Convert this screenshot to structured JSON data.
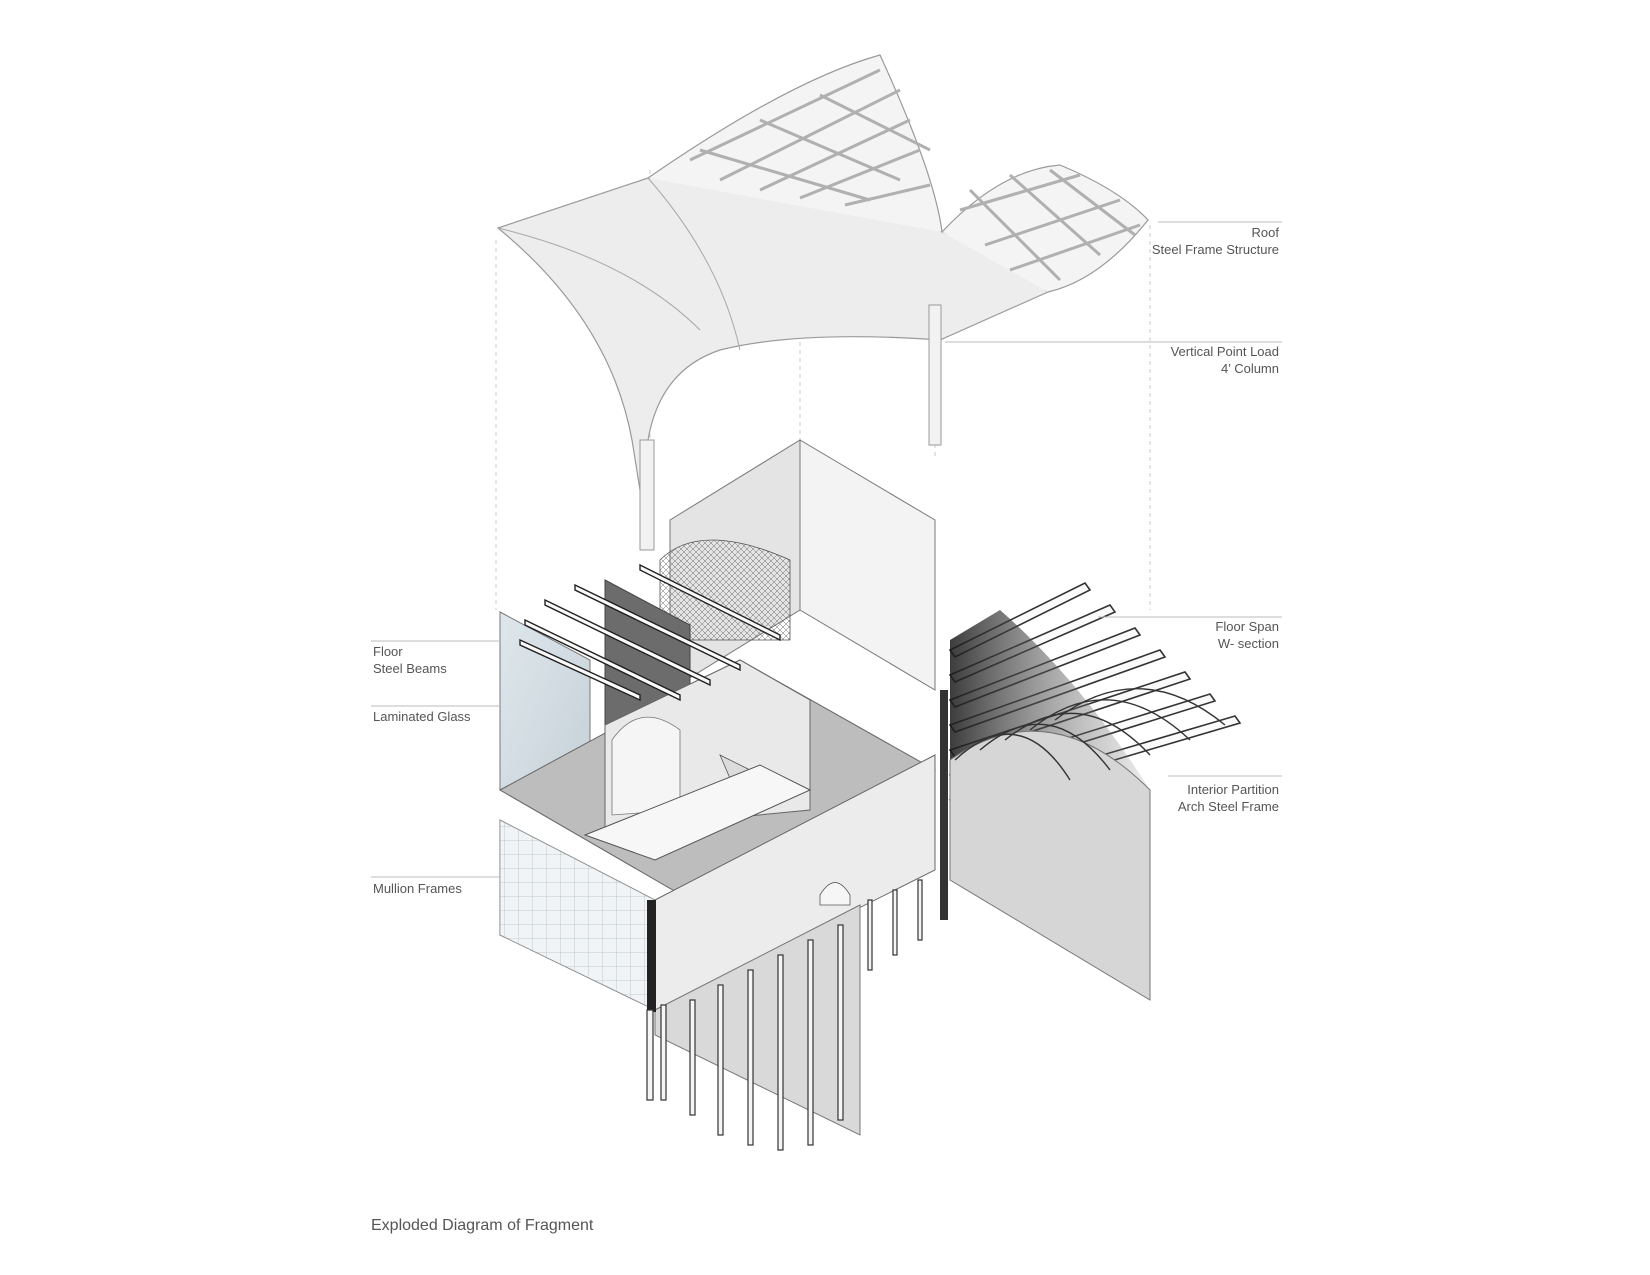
{
  "labels": {
    "roof": {
      "line1": "Roof",
      "line2": "Steel Frame Structure"
    },
    "column": {
      "line1": "Vertical Point Load",
      "line2": "4’ Column"
    },
    "floor_span": {
      "line1": "Floor Span",
      "line2": "W- section"
    },
    "partition": {
      "line1": "Interior Partition",
      "line2": "Arch Steel Frame"
    },
    "floor_beams": {
      "line1": "Floor",
      "line2": "Steel Beams"
    },
    "glass": {
      "line1": "Laminated Glass"
    },
    "mullion": {
      "line1": "Mullion Frames"
    }
  },
  "caption": "Exploded Diagram of Fragment",
  "colors": {
    "line": "#bbbbbb",
    "text": "#555555",
    "dark": "#222222"
  }
}
